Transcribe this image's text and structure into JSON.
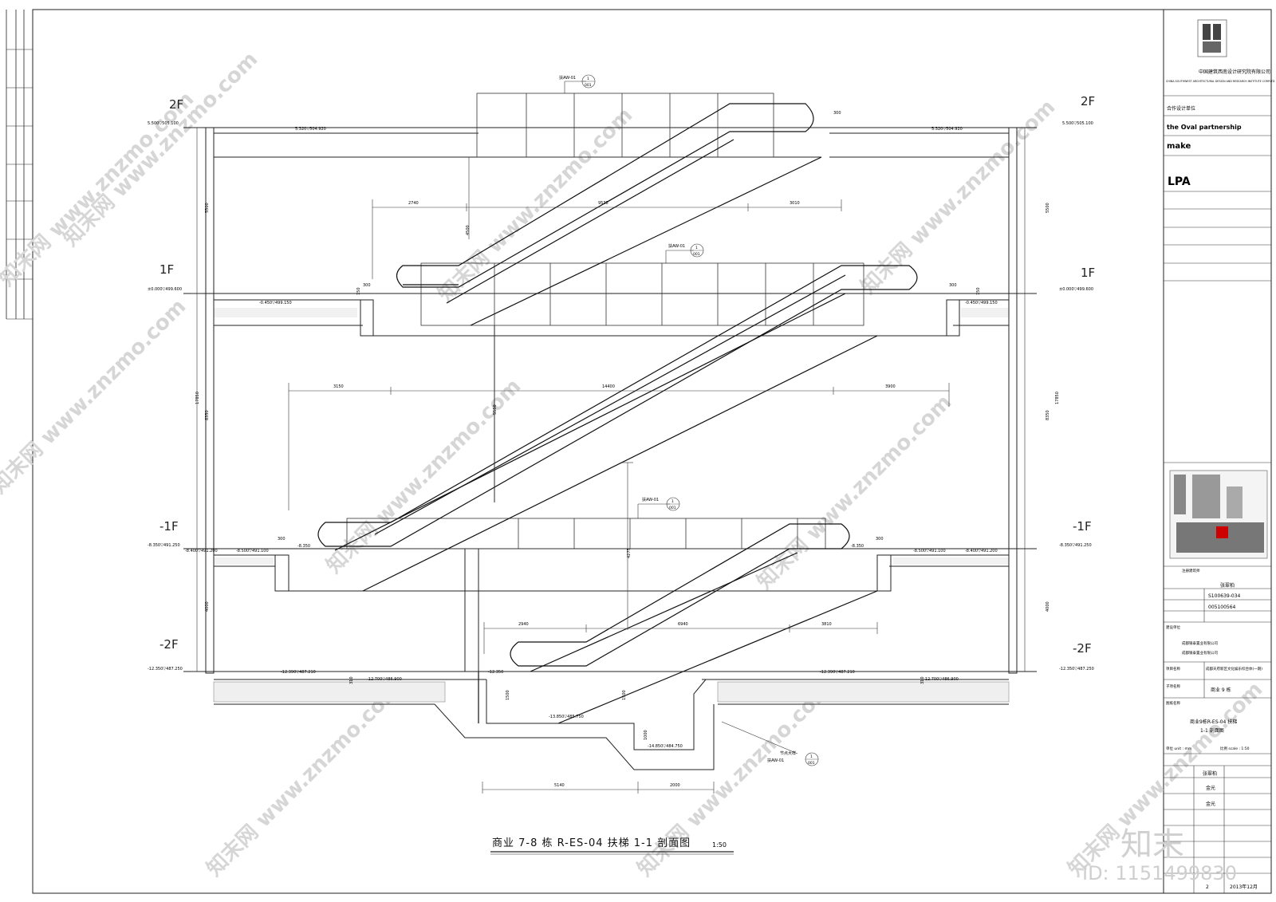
{
  "floors": [
    "2F",
    "1F",
    "-1F",
    "-2F"
  ],
  "levels": {
    "f2_left": "5.500▽505.100",
    "f2_right": "5.500▽505.100",
    "f2_inner_left": "5.320▽504.920",
    "f2_inner_right": "5.320▽504.920",
    "f1_left": "±0.000▽499.600",
    "f1_right": "±0.000▽499.600",
    "f1_inner_left": "-0.450▽499.150",
    "f1_inner_right": "-0.450▽499.150",
    "b1_left": "-8.350▽491.250",
    "b1_right": "-8.350▽491.250",
    "b1_a": "-8.400▽491.200",
    "b1_b": "-8.500▽491.100",
    "b1_c": "-8.350",
    "b1_d": "-8.350",
    "b1_e": "-8.500▽491.100",
    "b1_f": "-8.400▽491.200",
    "b2_left": "-12.350▽487.250",
    "b2_right": "-12.350▽487.250",
    "b2_a": "-12.390▽487.210",
    "b2_b": "-12.350",
    "b2_c": "-12.390▽487.210",
    "b2_d": "-12.700▽486.900",
    "b2_e": "-12.700▽486.900",
    "pit": "-13.850▽485.750",
    "pit2": "-14.850▽484.750"
  },
  "dims": {
    "u1": "2740",
    "u2": "9538",
    "u3": "3010",
    "u_h": "4500",
    "m1": "3150",
    "m2": "14400",
    "m3": "3900",
    "m_h": "5550",
    "l1": "2940",
    "l2": "6940",
    "l3": "3810",
    "l_h": "4275",
    "b1": "5140",
    "b2": "2000",
    "left_h1": "5500",
    "left_h2": "8350",
    "left_h3": "4000",
    "left_total": "17850",
    "right_h1": "5500",
    "right_h2": "8350",
    "right_h3": "4000",
    "right_total": "17850",
    "d300": "300",
    "d150": "150",
    "d1500": "1500",
    "d1000": "1000",
    "d310": "310"
  },
  "callouts": {
    "c1": "扶AW-01",
    "c2": "扶AW-01",
    "c3": "扶AW-01",
    "c4": "节点大样",
    "ref": "001",
    "ref_num": "1"
  },
  "drawing_title": "商业  7-8 栋 R-ES-04 扶梯  1-1 剖面图",
  "drawing_scale": "1:50",
  "title_block": {
    "institute_cn": "中国建筑西南设计研究院有限公司",
    "institute_en": "CHINA SOUTHWEST ARCHITECTURAL DESIGN AND RESEARCH INSTITUTE CORP.LTD",
    "partner_label": "合作设计单位",
    "partner1": "the Oval partnership",
    "partner2": "make",
    "lpa": "LPA",
    "stamp_label": "注册建筑师",
    "stamp_name": "张翠柏",
    "reg_no": "S100639-034",
    "reg_cert": "005100564",
    "client_label": "建设单位",
    "client1": "成都银泰置业有限公司",
    "client2": "成都银泰置业有限公司",
    "project_label": "项目名称",
    "project": "成都天府新区文化娱乐综合体(一期)",
    "sub_label": "子项名称",
    "sub": "商业 9 栋",
    "drawing_name_label": "图纸名称",
    "drawing_name1": "商业9栋R-ES-04 扶梯",
    "drawing_name2": "1-1 剖面图",
    "unit_label": "单位 unit : mm",
    "scale_label": "比例 scale : 1:50",
    "person1": "张翠柏",
    "person2": "金光",
    "person3": "金光",
    "date": "2013年12月",
    "sheet": "2"
  },
  "watermark": "知末网 www.znzmo.com",
  "logo_text": "知末",
  "id_text": "ID: 1151499830"
}
